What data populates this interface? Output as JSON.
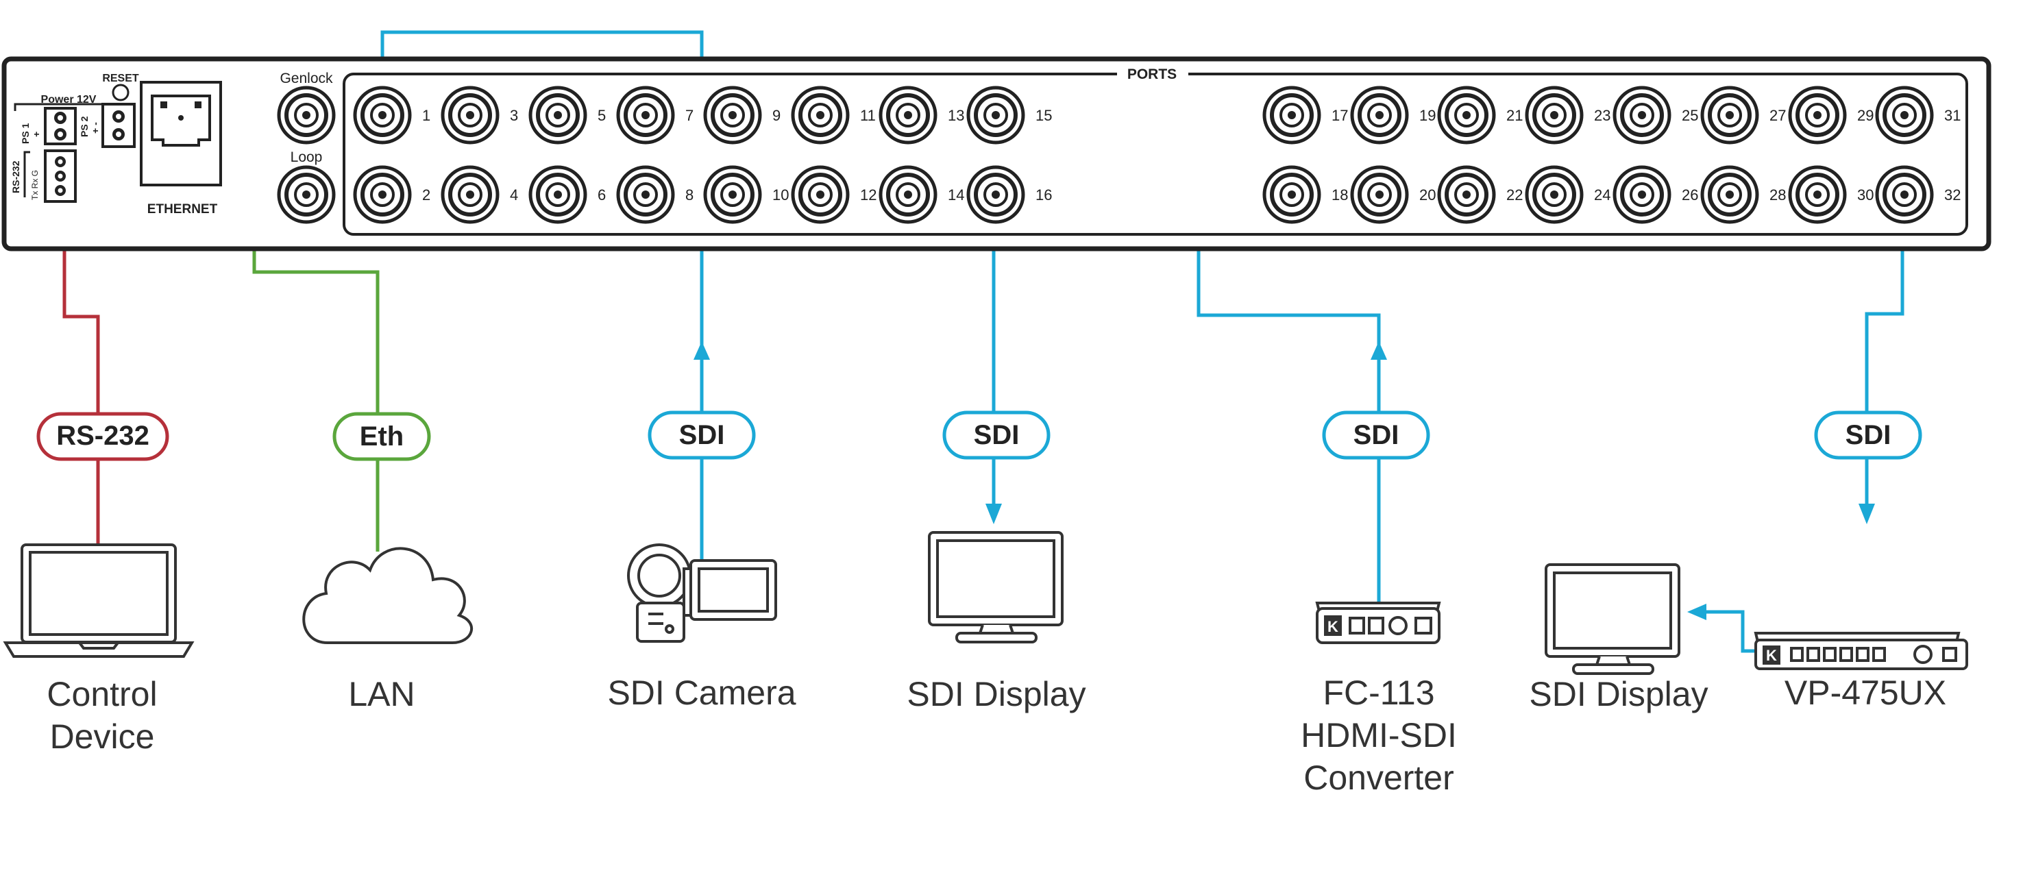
{
  "panel": {
    "reset_label": "RESET",
    "power_label": "Power 12V",
    "ps1_label": "PS 1",
    "ps2_label": "PS 2",
    "rs232_label": "RS-232",
    "rs232_pins": "Tx  Rx  G",
    "ethernet_label": "ETHERNET",
    "genlock_label": "Genlock",
    "loop_label": "Loop",
    "ports_label": "PORTS",
    "ports_top": [
      "1",
      "3",
      "5",
      "7",
      "9",
      "11",
      "13",
      "15",
      "17",
      "19",
      "21",
      "23",
      "25",
      "27",
      "29",
      "31"
    ],
    "ports_bottom": [
      "2",
      "4",
      "6",
      "8",
      "10",
      "12",
      "14",
      "16",
      "18",
      "20",
      "22",
      "24",
      "26",
      "28",
      "30",
      "32"
    ]
  },
  "connections": {
    "rs232_tag": "RS-232",
    "eth_tag": "Eth",
    "sdi_camera_tag": "SDI",
    "sdi_display1_tag": "SDI",
    "sdi_fc113_tag": "SDI",
    "sdi_vp475_tag": "SDI"
  },
  "devices": {
    "control_device": [
      "Control",
      "Device"
    ],
    "lan": "LAN",
    "sdi_camera": "SDI Camera",
    "sdi_display1": "SDI Display",
    "fc113": [
      "FC-113",
      "HDMI-SDI",
      "Converter"
    ],
    "sdi_display2": "SDI Display",
    "vp475": "VP-475UX"
  },
  "colors": {
    "rs232": "#b5303a",
    "eth": "#5aa63c",
    "sdi": "#1ba8d6",
    "outline": "#222222"
  }
}
